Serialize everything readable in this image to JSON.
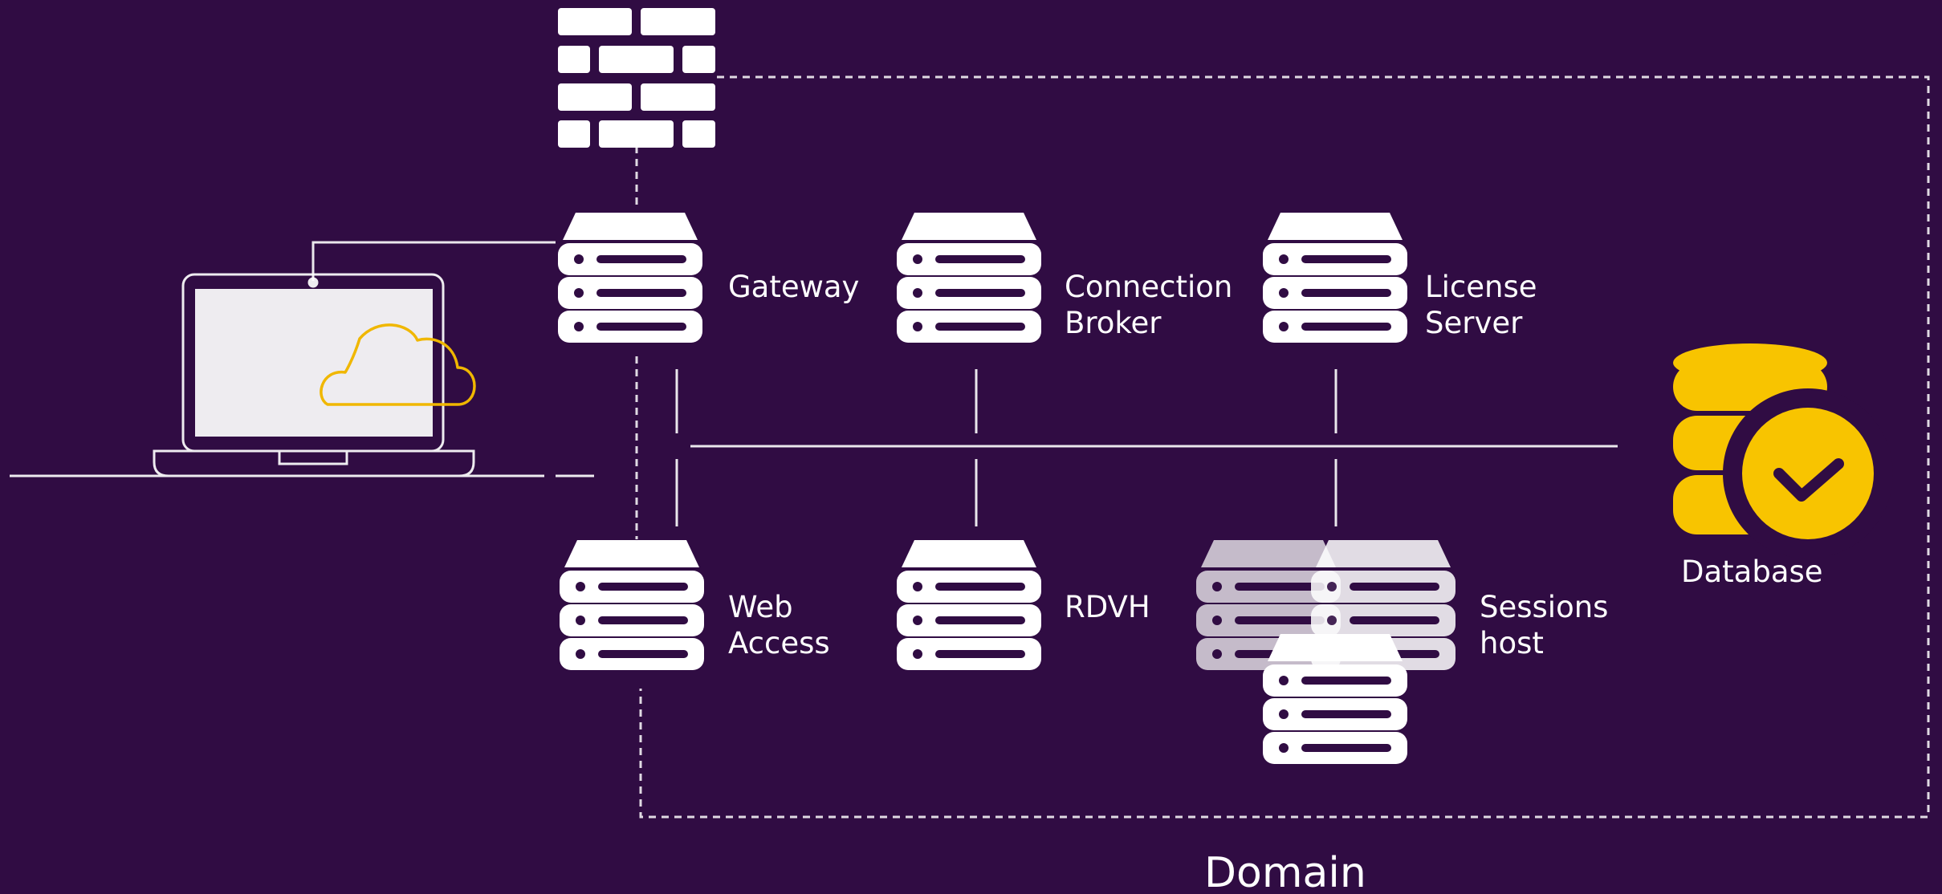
{
  "nodes": {
    "gateway": "Gateway",
    "connection_broker": [
      "Connection",
      "Broker"
    ],
    "license_server": [
      "License",
      "Server"
    ],
    "web_access": [
      "Web",
      "Access"
    ],
    "rdvh": "RDVH",
    "sessions_host": [
      "Sessions",
      "host"
    ],
    "database": "Database"
  },
  "domain_label": "Domain",
  "colors": {
    "background": "#300c43",
    "foreground": "#ffffff",
    "accent": "#f8c400"
  },
  "icons": {
    "firewall": "brick-wall-icon",
    "laptop": "laptop-icon",
    "cloud": "cloud-icon",
    "server": "server-icon",
    "database": "database-icon",
    "check": "checkmark-icon"
  }
}
